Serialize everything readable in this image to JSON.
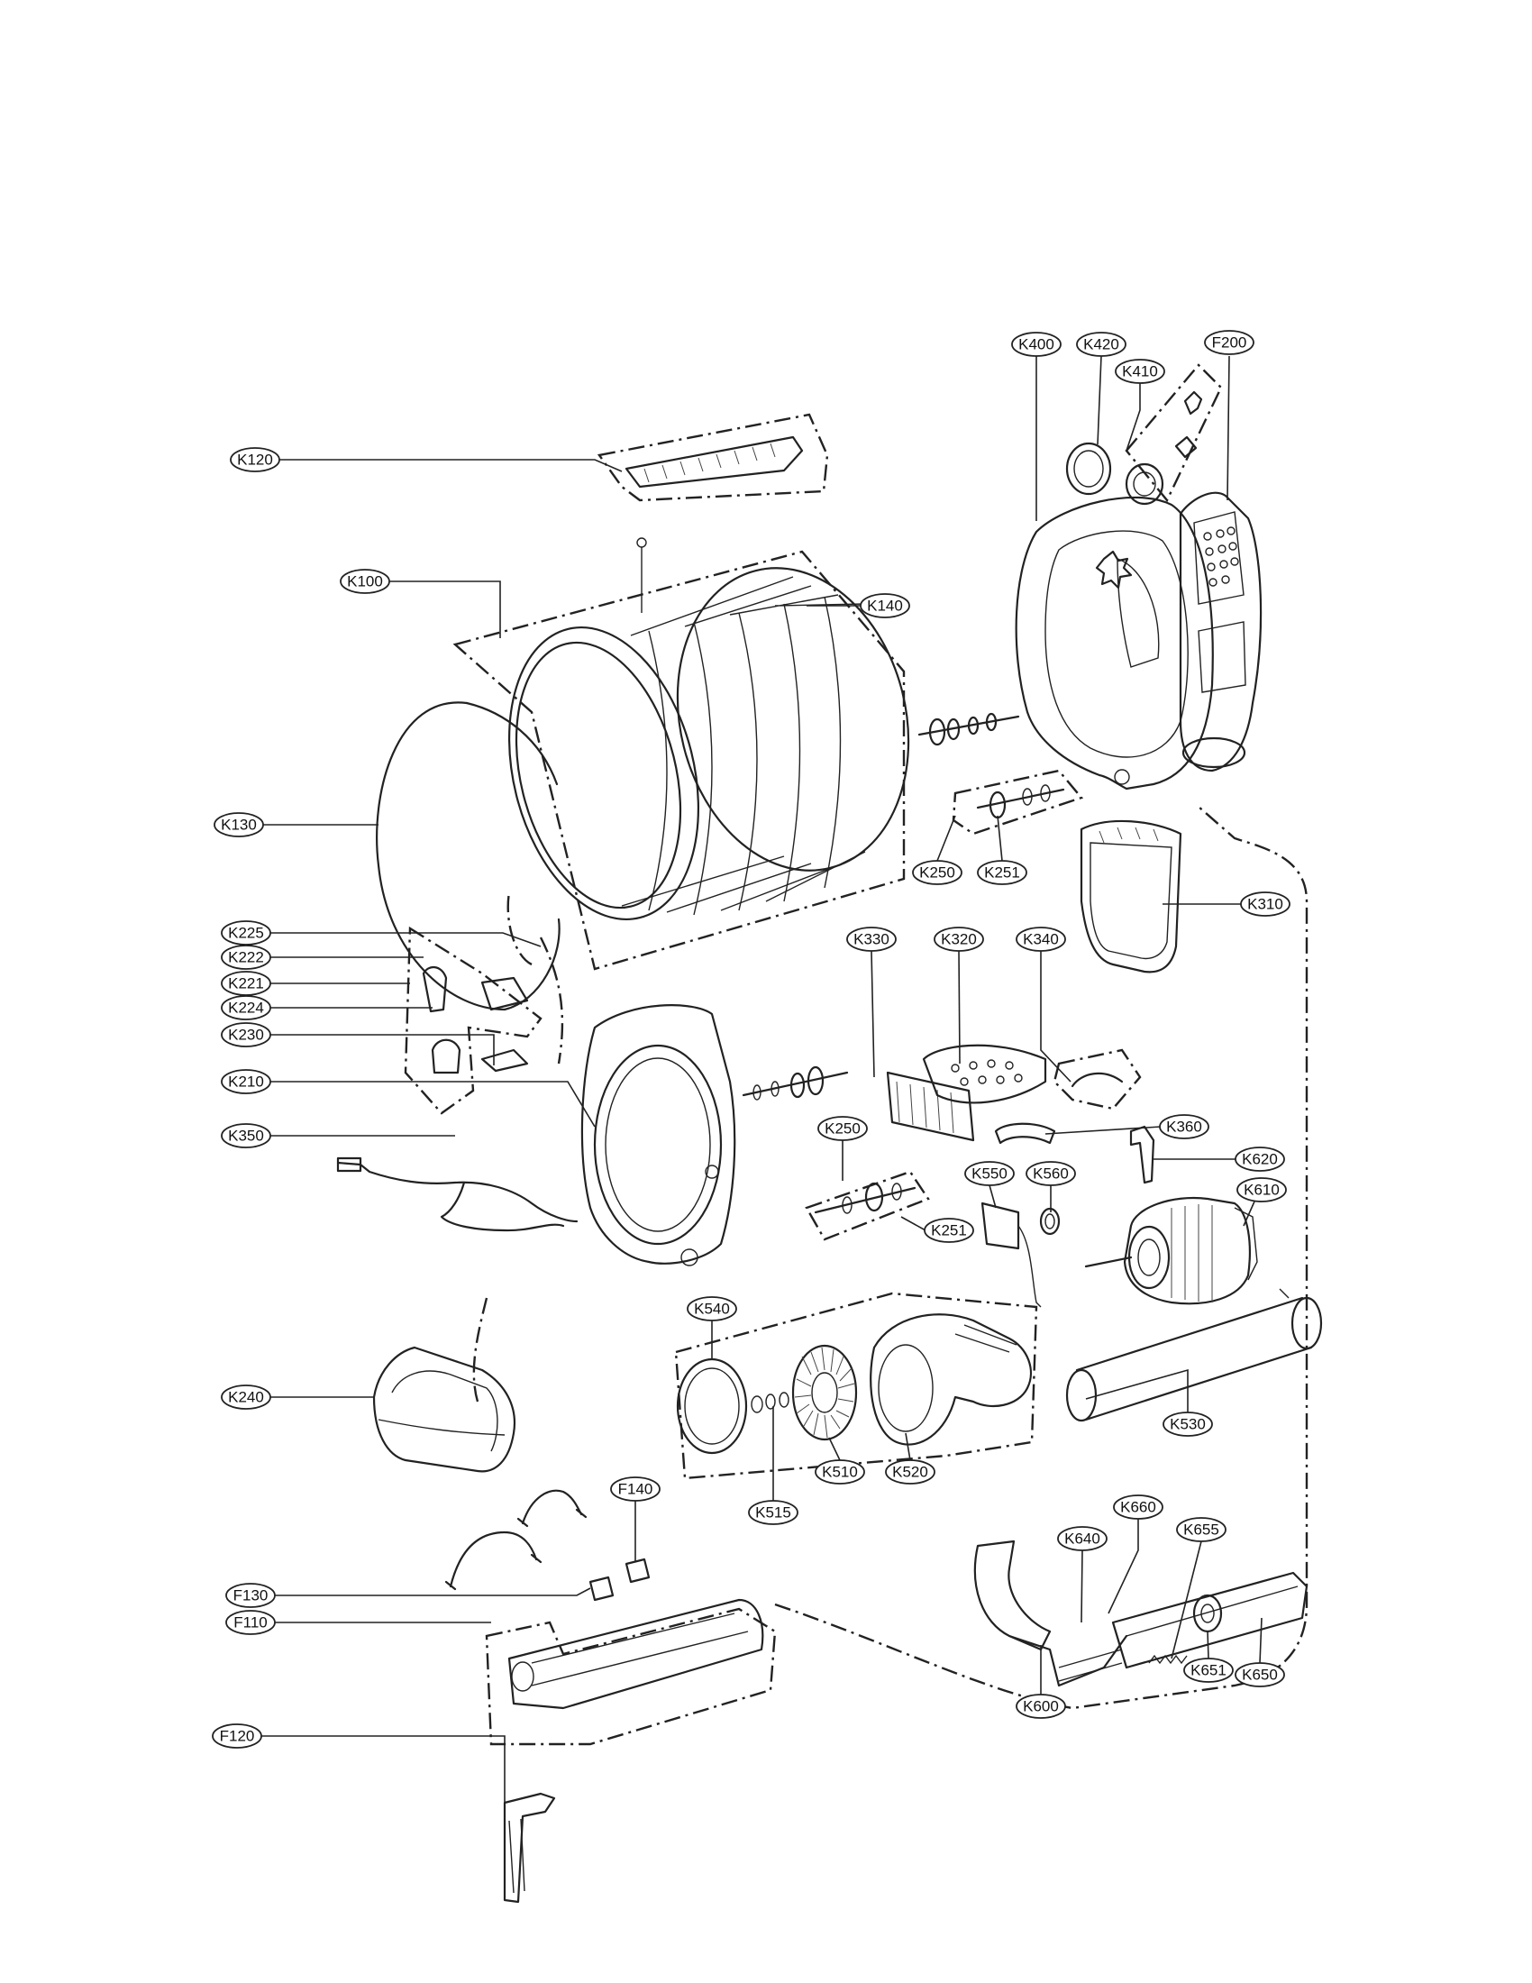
{
  "labels": {
    "K120": "K120",
    "K100": "K100",
    "K140": "K140",
    "K130": "K130",
    "K400": "K400",
    "K420": "K420",
    "K410": "K410",
    "F200": "F200",
    "K250a": "K250",
    "K251a": "K251",
    "K310": "K310",
    "K225": "K225",
    "K222": "K222",
    "K221": "K221",
    "K224": "K224",
    "K230": "K230",
    "K330": "K330",
    "K320": "K320",
    "K340": "K340",
    "K360": "K360",
    "K210": "K210",
    "K250b": "K250",
    "K251b": "K251",
    "K620": "K620",
    "K550": "K550",
    "K560": "K560",
    "K610": "K610",
    "K350": "K350",
    "K540": "K540",
    "K510": "K510",
    "K520": "K520",
    "K530": "K530",
    "K240": "K240",
    "K515": "K515",
    "F140": "F140",
    "K660": "K660",
    "K655": "K655",
    "K640": "K640",
    "F130": "F130",
    "F110": "F110",
    "K600": "K600",
    "K651": "K651",
    "K650": "K650",
    "F120": "F120"
  }
}
